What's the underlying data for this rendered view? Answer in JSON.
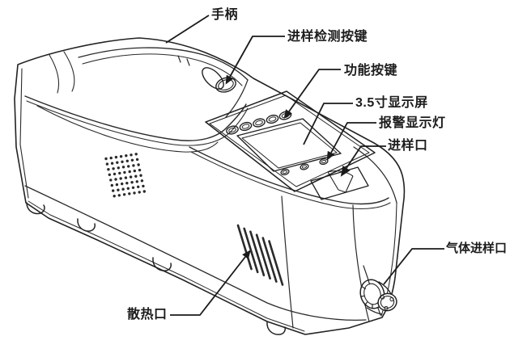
{
  "figure": {
    "kind": "annotated line-art diagram of a portable sample-detection instrument",
    "background_color": "#ffffff",
    "line_color": "#222222"
  },
  "callouts": [
    {
      "id": "handle",
      "text": "手柄"
    },
    {
      "id": "sample-detect-button",
      "text": "进样检测按键"
    },
    {
      "id": "function-buttons",
      "text": "功能按键"
    },
    {
      "id": "display",
      "text": "3.5寸显示屏"
    },
    {
      "id": "alarm-light",
      "text": "报警显示灯"
    },
    {
      "id": "sample-inlet",
      "text": "进样口"
    },
    {
      "id": "gas-inlet",
      "text": "气体进样口"
    },
    {
      "id": "heat-vent",
      "text": "散热口"
    }
  ]
}
